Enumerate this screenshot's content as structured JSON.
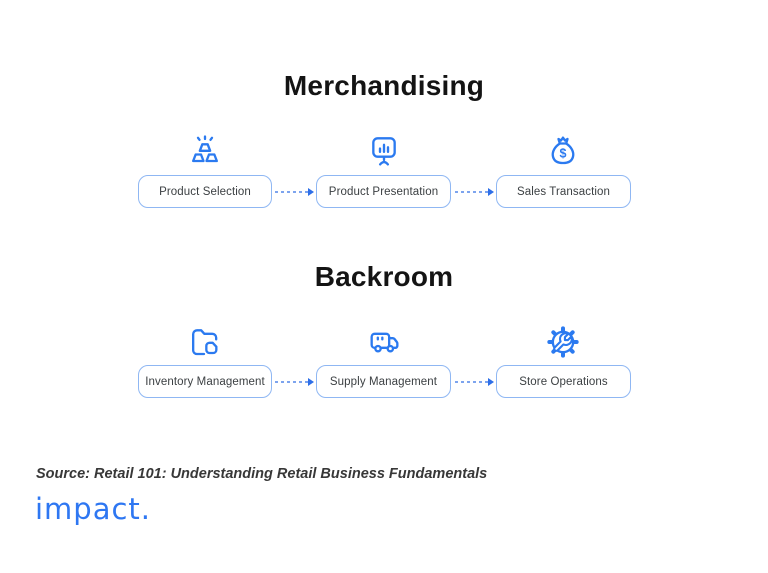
{
  "sections": [
    {
      "title": "Merchandising",
      "steps": [
        {
          "label": "Product Selection",
          "icon": "gold-bars-icon"
        },
        {
          "label": "Product Presentation",
          "icon": "presentation-chart-icon"
        },
        {
          "label": "Sales Transaction",
          "icon": "money-bag-icon"
        }
      ]
    },
    {
      "title": "Backroom",
      "steps": [
        {
          "label": "Inventory Management",
          "icon": "folder-icon"
        },
        {
          "label": "Supply Management",
          "icon": "truck-icon"
        },
        {
          "label": "Store Operations",
          "icon": "gear-wrench-icon"
        }
      ]
    }
  ],
  "icons": {
    "money_bag_symbol": "$"
  },
  "footer": {
    "source_text": "Source: Retail 101: Understanding Retail Business Fundamentals",
    "logo_text": "impact."
  },
  "colors": {
    "icon_blue": "#2b7af0",
    "box_border": "#8fb7f3",
    "arrow_dot": "#7da4ee",
    "arrow_head": "#2e6fe8",
    "logo_blue": "#2e77f2"
  }
}
